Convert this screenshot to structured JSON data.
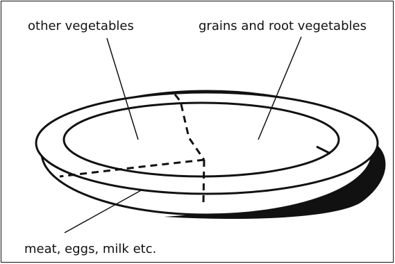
{
  "labels": {
    "other_vegetables": "other vegetables",
    "grains_root": "grains and root vegetables",
    "meat_eggs_milk": "meat, eggs, milk etc."
  },
  "colors": {
    "ink": "#111111",
    "background": "#ffffff"
  }
}
